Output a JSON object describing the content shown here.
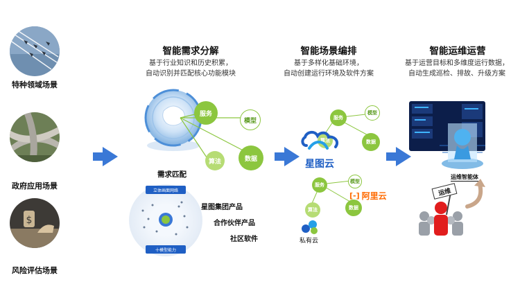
{
  "scenes": [
    {
      "label": "特种领域场景"
    },
    {
      "label": "政府应用场景"
    },
    {
      "label": "风险评估场景"
    }
  ],
  "columns": {
    "need": {
      "title": "智能需求分解",
      "desc_line1": "基于行业知识和历史积累，",
      "desc_line2": "自动识别并匹配核心功能模块",
      "bubbles": [
        "服务",
        "模型",
        "算法",
        "数据"
      ],
      "match_label": "需求匹配",
      "panel_top_label": "立体画面网络",
      "panel_bottom_label": "十模型能力",
      "sources": [
        "星图集团产品",
        "合作伙伴产品",
        "社区软件"
      ]
    },
    "scene": {
      "title": "智能场景编排",
      "desc_line1": "基于多样化基础环境，",
      "desc_line2": "自动创建运行环境及软件方案",
      "bubbles_top": [
        "服务",
        "模型",
        "算法",
        "数据"
      ],
      "bubbles_bottom": [
        "服务",
        "模型",
        "算法",
        "数据"
      ],
      "brand_xingtu": "星图云",
      "brand_ali": "阿里云",
      "brand_ali_mark": "[-]",
      "private_cloud": "私有云"
    },
    "ops": {
      "title": "智能运维运营",
      "desc_line1": "基于运营目标和多维度运行数据，",
      "desc_line2": "自动生成巡检、排故、升级方案",
      "agent_label": "运维智能体",
      "sign_label": "运维"
    }
  },
  "colors": {
    "arrow": "#3a78d6",
    "bubble": "#8cc63f",
    "brand_blue": "#1f5fc4",
    "brand_orange": "#ff6a00"
  }
}
